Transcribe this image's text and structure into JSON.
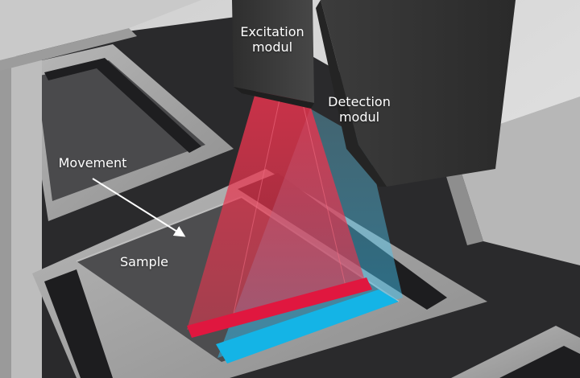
{
  "labels": {
    "excitation_line1": "Excitation",
    "excitation_line2": "modul",
    "detection_line1": "Detection",
    "detection_line2": "modul",
    "movement": "Movement",
    "sample": "Sample"
  },
  "colors": {
    "excitation_light": "#e8344e",
    "detection_light": "#2fb7e8",
    "detection_stripe": "#14b4e6",
    "excitation_stripe": "#e0173f",
    "module_body": "#3a3a3a",
    "frame_metal": "#a9a9a9",
    "sample_surface": "#4d4d4f",
    "rail_dark": "#222224"
  }
}
